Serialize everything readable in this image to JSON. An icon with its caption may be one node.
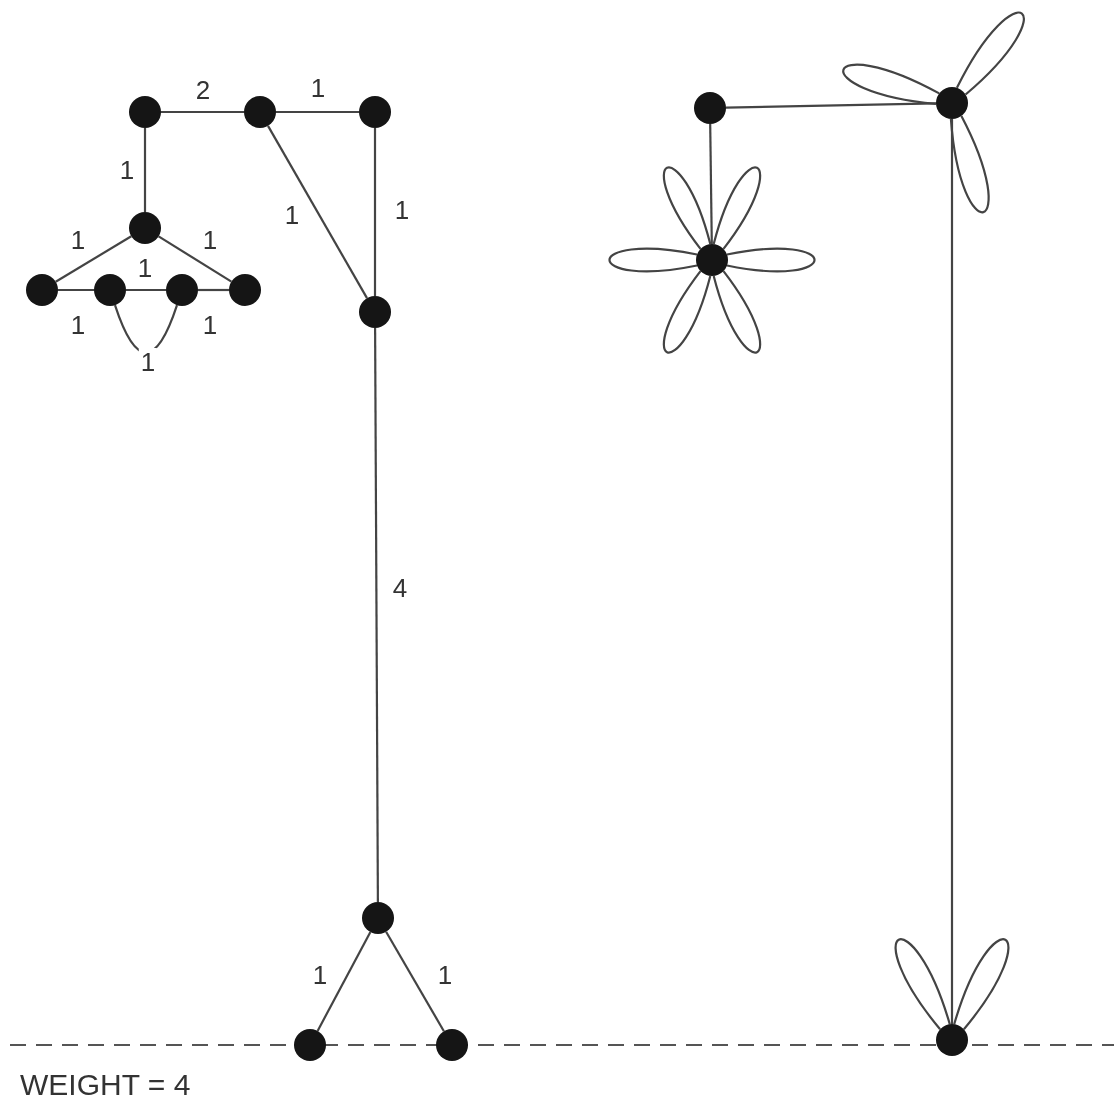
{
  "diagram": {
    "nodes": [
      {
        "text": [],
        "shape": "circle"
      },
      {
        "text": [],
        "shape": "circle"
      },
      {
        "text": [],
        "shape": "circle"
      },
      {
        "text": [],
        "shape": "circle"
      },
      {
        "text": [],
        "shape": "circle"
      },
      {
        "text": [],
        "shape": "circle"
      },
      {
        "text": [],
        "shape": "circle"
      },
      {
        "text": [],
        "shape": "circle"
      },
      {
        "text": [],
        "shape": "circle"
      },
      {
        "text": [],
        "shape": "circle"
      },
      {
        "text": [],
        "shape": "circle"
      },
      {
        "text": [],
        "shape": "circle"
      },
      {
        "text": [],
        "shape": "circle"
      },
      {
        "text": [],
        "shape": "circle"
      },
      {
        "text": [],
        "shape": "circle"
      },
      {
        "text": [],
        "shape": "circle"
      }
    ],
    "edges": [
      {
        "from": 0,
        "to": 1,
        "arrow": "none",
        "label": "2"
      },
      {
        "from": 1,
        "to": 2,
        "arrow": "none",
        "label": "1"
      },
      {
        "from": 0,
        "to": 5,
        "arrow": "none",
        "label": "1"
      },
      {
        "from": 1,
        "to": 11,
        "arrow": "none",
        "label": "1"
      },
      {
        "from": 2,
        "to": 11,
        "arrow": "none",
        "label": "1"
      },
      {
        "from": 5,
        "to": 7,
        "arrow": "none",
        "label": "1"
      },
      {
        "from": 5,
        "to": 10,
        "arrow": "none",
        "label": "1"
      },
      {
        "from": 7,
        "to": 8,
        "arrow": "none",
        "label": "1"
      },
      {
        "from": 8,
        "to": 9,
        "arrow": "none",
        "label": "1"
      },
      {
        "from": 9,
        "to": 10,
        "arrow": "none",
        "label": "1"
      },
      {
        "from": 8,
        "to": 9,
        "arrow": "none",
        "label": "1"
      },
      {
        "from": 11,
        "to": 12,
        "arrow": "none",
        "label": "4"
      },
      {
        "from": 12,
        "to": 13,
        "arrow": "none",
        "label": "1"
      },
      {
        "from": 12,
        "to": 14,
        "arrow": "none",
        "label": "1"
      },
      {
        "from": 3,
        "to": 4,
        "arrow": "none"
      },
      {
        "from": 3,
        "to": 6,
        "arrow": "none"
      },
      {
        "from": 4,
        "to": 15,
        "arrow": "none"
      },
      {
        "from": 4,
        "to": 4,
        "arrow": "none"
      },
      {
        "from": 4,
        "to": 4,
        "arrow": "none"
      },
      {
        "from": 4,
        "to": 4,
        "arrow": "none"
      },
      {
        "from": 6,
        "to": 6,
        "arrow": "none"
      },
      {
        "from": 6,
        "to": 6,
        "arrow": "none"
      },
      {
        "from": 6,
        "to": 6,
        "arrow": "none"
      },
      {
        "from": 6,
        "to": 6,
        "arrow": "none"
      },
      {
        "from": 6,
        "to": 6,
        "arrow": "none"
      },
      {
        "from": 6,
        "to": 6,
        "arrow": "none"
      },
      {
        "from": 15,
        "to": 15,
        "arrow": "none"
      },
      {
        "from": 15,
        "to": 15,
        "arrow": "none"
      }
    ],
    "labels": [
      "WEIGHT = 4"
    ]
  }
}
